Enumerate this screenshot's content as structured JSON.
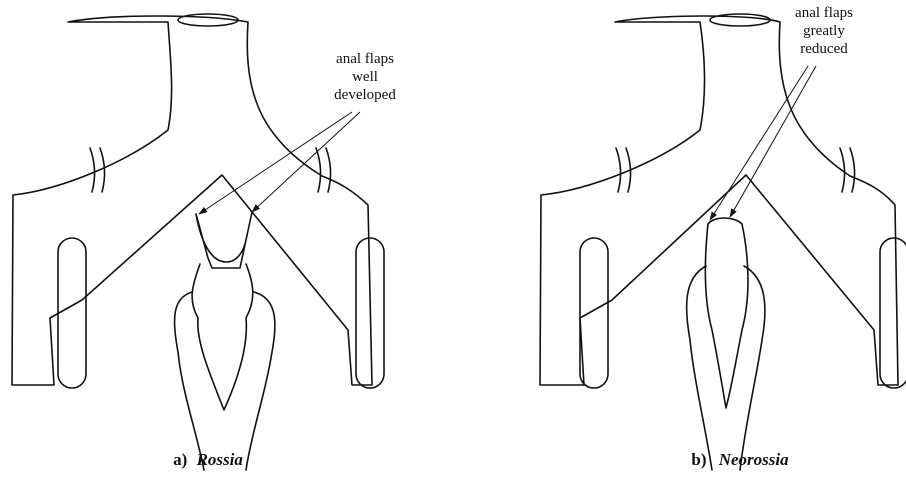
{
  "panels": [
    {
      "id": "a",
      "annotation": [
        "anal flaps",
        "well",
        "developed"
      ],
      "caption_label": "a)",
      "caption_genus": "Rossia"
    },
    {
      "id": "b",
      "annotation": [
        "anal flaps",
        "greatly",
        "reduced"
      ],
      "caption_label": "b)",
      "caption_genus": "Neorossia"
    }
  ]
}
